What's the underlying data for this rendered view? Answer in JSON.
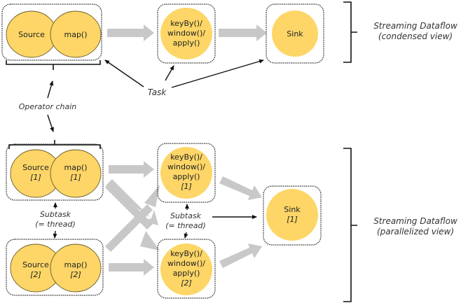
{
  "condensed": {
    "source": "Source",
    "map": "map()",
    "window": [
      "keyBy()/",
      "window()/",
      "apply()"
    ],
    "sink": "Sink",
    "view_label": [
      "Streaming Dataflow",
      "(condensed view)"
    ]
  },
  "annotations": {
    "task": "Task",
    "operator_chain": "Operator chain",
    "subtask_left": [
      "Subtask",
      "(= thread)"
    ],
    "subtask_right": [
      "Subtask",
      "(= thread)"
    ]
  },
  "parallel": {
    "p1": {
      "source": "Source",
      "source_idx": "[1]",
      "map": "map()",
      "map_idx": "[1]",
      "window": [
        "keyBy()/",
        "window()/",
        "apply()"
      ],
      "window_idx": "[1]"
    },
    "p2": {
      "source": "Source",
      "source_idx": "[2]",
      "map": "map()",
      "map_idx": "[2]",
      "window": [
        "keyBy()/",
        "window()/",
        "apply()"
      ],
      "window_idx": "[2]"
    },
    "sink": "Sink",
    "sink_idx": "[1]",
    "view_label": [
      "Streaming Dataflow",
      "(parallelized view)"
    ]
  },
  "colors": {
    "operator_fill": "#fdd667",
    "flow_arrow": "#c8c8c8"
  }
}
